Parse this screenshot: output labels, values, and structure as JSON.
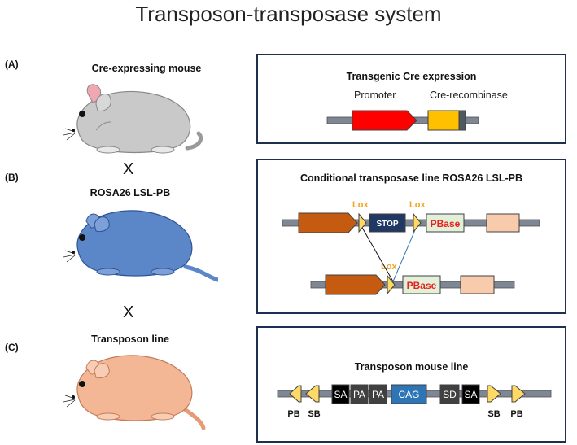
{
  "title": "Transposon-transposase system",
  "panels": [
    {
      "letter": "(A)",
      "mouse_label": "Cre-expressing mouse",
      "box_title": "Transgenic Cre expression",
      "labels": [
        "Promoter",
        "Cre-recombinase"
      ]
    },
    {
      "letter": "(B)",
      "mouse_label": "ROSA26 LSL-PB",
      "box_title": "Conditional transposase line ROSA26 LSL-PB",
      "lox": "Lox",
      "stop": "STOP",
      "pbase": "PBase"
    },
    {
      "letter": "(C)",
      "mouse_label": "Transposon line",
      "box_title": "Transposon mouse line",
      "elements": [
        "SA",
        "PA",
        "PA",
        "CAG",
        "SD",
        "SA"
      ],
      "end_labels": [
        "PB",
        "SB",
        "SB",
        "PB"
      ]
    }
  ],
  "cross_symbol": "X",
  "colors": {
    "mouse_a": "#c9c9c9",
    "mouse_b": "#5b86c8",
    "mouse_c": "#f3b795",
    "promoter": "#ff0000",
    "cre": "#ffc000",
    "rosa_gene": "#c55a11",
    "lox_arrow": "#ffd966",
    "stop": "#203864",
    "pbase_text": "#e8211d",
    "pbase_box": "#e2f0d9",
    "peach": "#f8cbad",
    "backbone": "#7f8794",
    "cag": "#2e75b6",
    "element_dark": "#404040",
    "element_black": "#000000",
    "border": "#1f2f4e"
  }
}
